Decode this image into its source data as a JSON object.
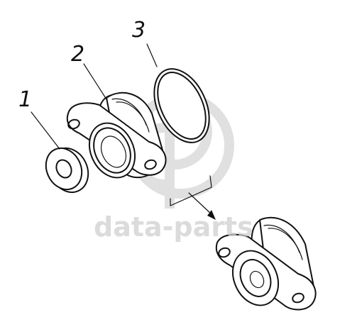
{
  "diagram": {
    "callouts": [
      {
        "id": "1",
        "label": "1"
      },
      {
        "id": "2",
        "label": "2"
      },
      {
        "id": "3",
        "label": "3"
      }
    ]
  },
  "watermark": {
    "text": "data-parts",
    "color": "#cfcfcf"
  },
  "colors": {
    "ink": "#111111",
    "background": "#ffffff"
  }
}
